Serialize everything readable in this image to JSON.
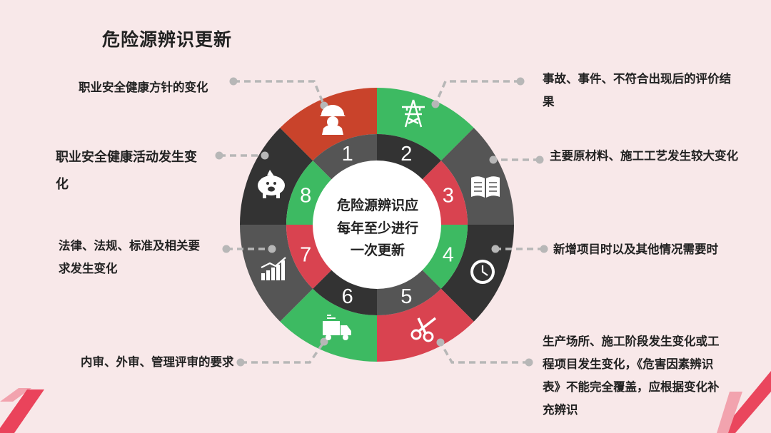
{
  "title": "危险源辨识更新",
  "center_text": "危险源辨识应每年至少进行一次更新",
  "segments": [
    {
      "num": "1",
      "label": "职业安全健康方针的变化",
      "icon": "worker-helmet-icon"
    },
    {
      "num": "2",
      "label": "事故、事件、不符合出现后的评价结果",
      "icon": "power-tower-icon"
    },
    {
      "num": "3",
      "label": "主要原材料、施工工艺发生较大变化",
      "icon": "book-icon"
    },
    {
      "num": "4",
      "label": "新增项目时以及其他情况需要时",
      "icon": "clock-icon"
    },
    {
      "num": "5",
      "label": "生产场所、施工阶段发生变化或工程项目发生变化，《危害因素辨识表》不能完全覆盖，应根据变化补充辨识",
      "icon": "scissors-icon"
    },
    {
      "num": "6",
      "label": "内审、外审、管理评审的要求",
      "icon": "truck-icon"
    },
    {
      "num": "7",
      "label": "法律、法规、标准及相关要求发生变化",
      "icon": "bar-chart-icon"
    },
    {
      "num": "8",
      "label": "职业安全健康活动发生变化",
      "icon": "piggy-bank-icon"
    }
  ],
  "colors": {
    "red_dark": "#c9432b",
    "green": "#3dba62",
    "charcoal": "#333333",
    "gray": "#555555",
    "red": "#d94350",
    "dashed_line": "#b7b7b7",
    "accent_pink": "#e8344e"
  }
}
